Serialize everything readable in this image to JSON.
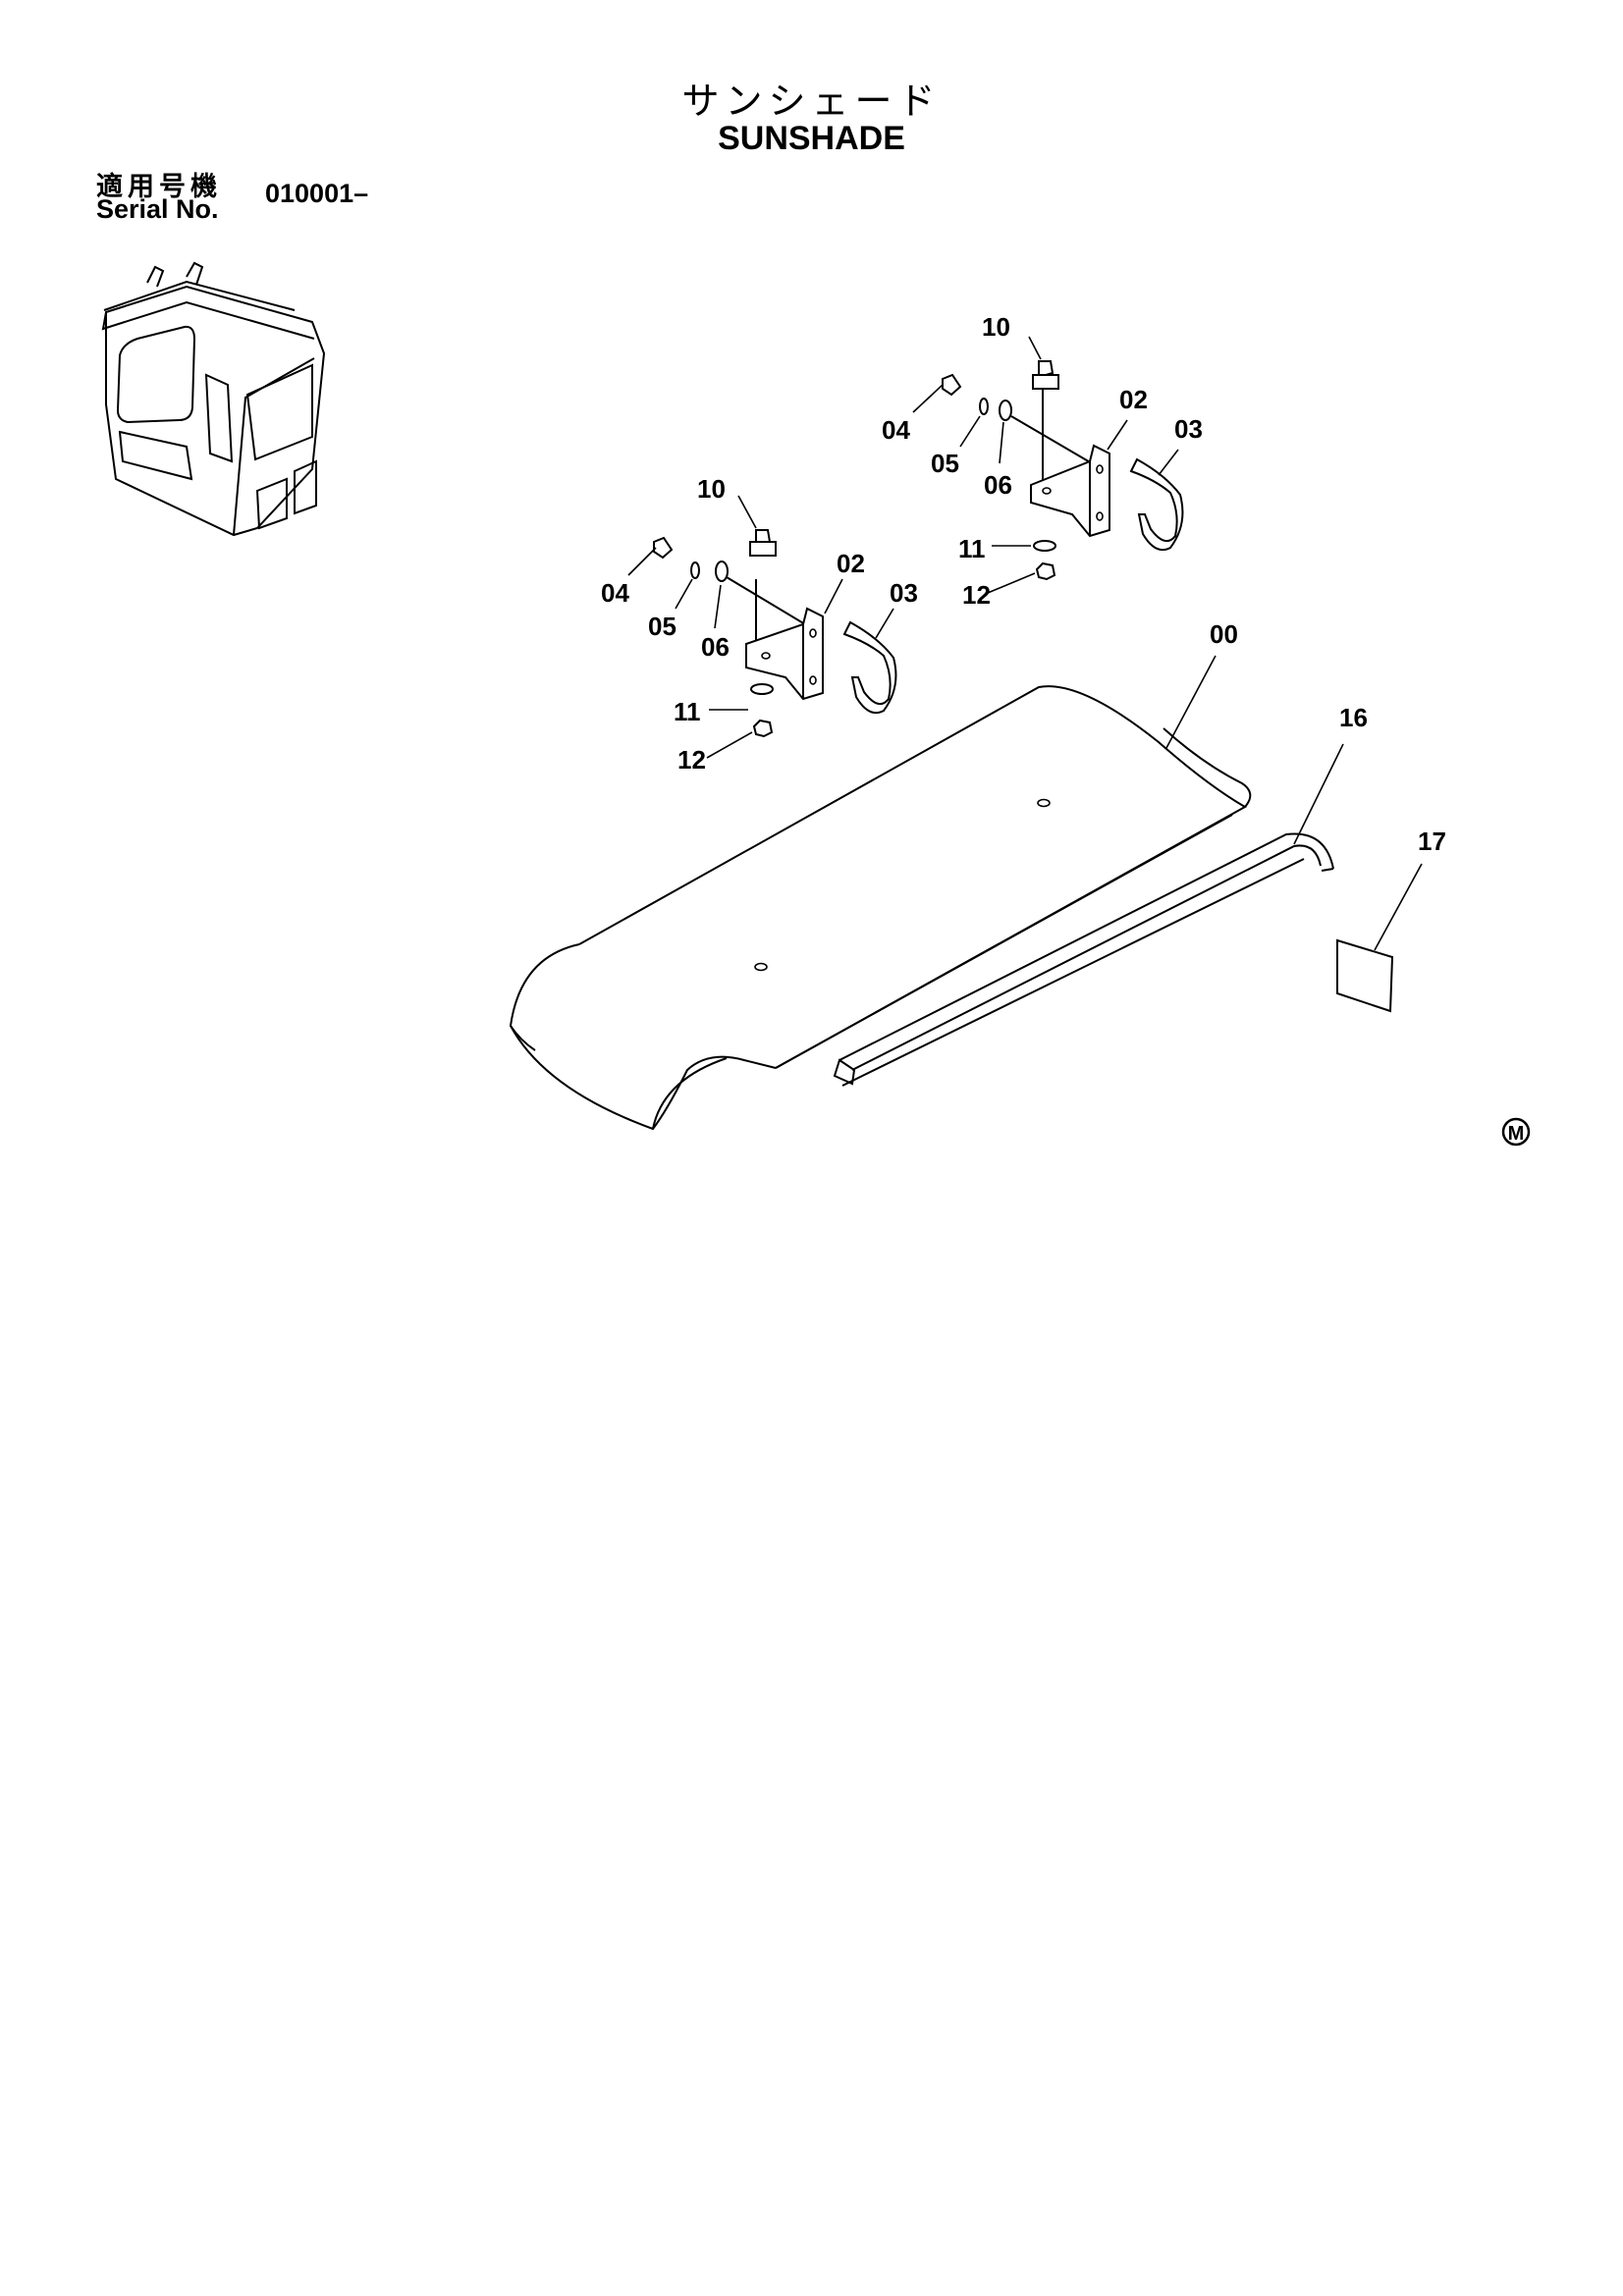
{
  "header": {
    "title_jp": "サンシェード",
    "title_en": "SUNSHADE",
    "serial_label_jp": "適用号機",
    "serial_label_en": "Serial No.",
    "serial_value": "010001–"
  },
  "callouts": {
    "a_10": "10",
    "a_04": "04",
    "a_05": "05",
    "a_06": "06",
    "a_02": "02",
    "a_03": "03",
    "a_11": "11",
    "a_12": "12",
    "b_10": "10",
    "b_04": "04",
    "b_05": "05",
    "b_06": "06",
    "b_02": "02",
    "b_03": "03",
    "b_11": "11",
    "b_12": "12",
    "p_00": "00",
    "p_16": "16",
    "p_17": "17"
  },
  "mark": "M"
}
